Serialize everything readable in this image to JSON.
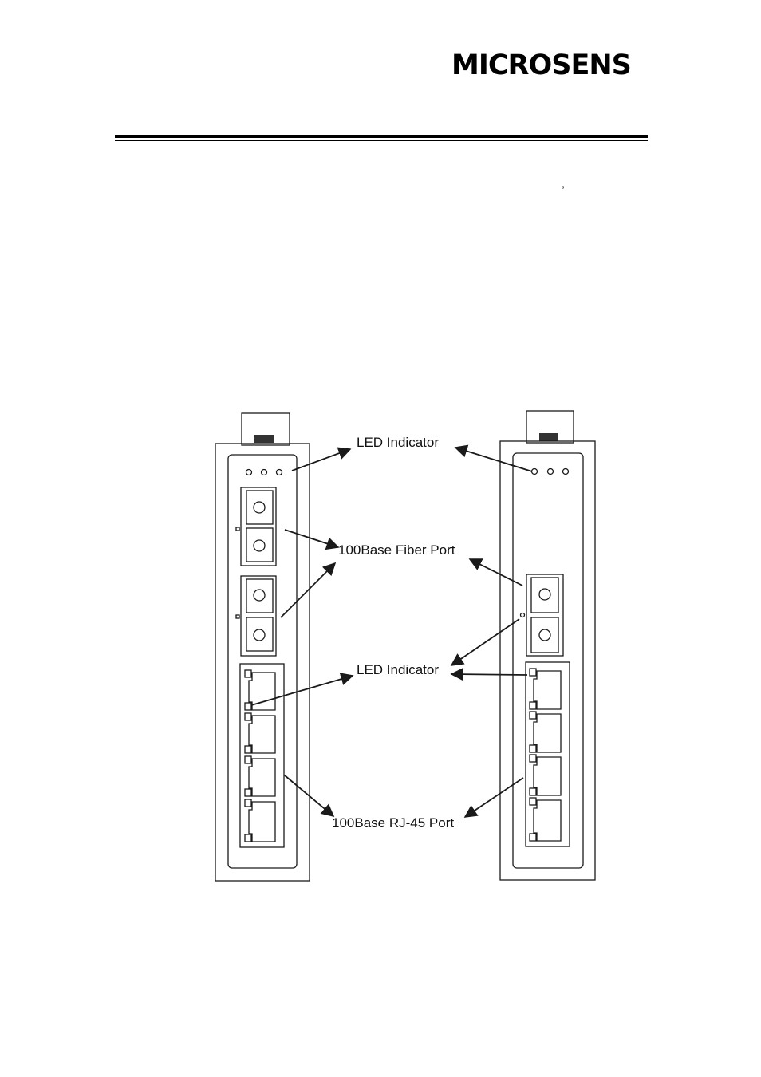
{
  "header": {
    "brand": "MICROSENS"
  },
  "stray_mark": ",",
  "figure": {
    "labels": {
      "led_top": "LED Indicator",
      "fiber_port": "100Base Fiber Port",
      "led_mid": "LED Indicator",
      "rj45_port": "100Base RJ-45 Port"
    }
  },
  "colors": {
    "line": "#1a1a1a",
    "background": "#ffffff"
  }
}
